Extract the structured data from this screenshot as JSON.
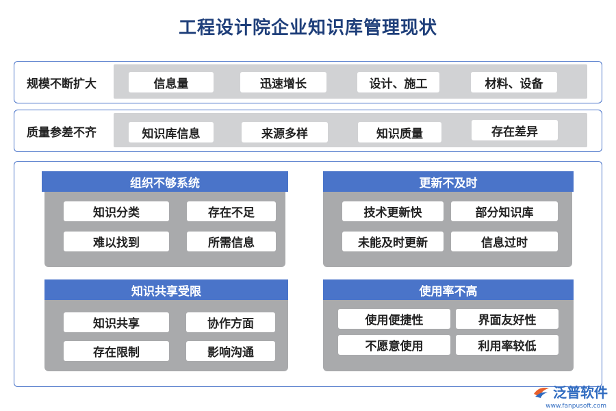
{
  "title": "工程设计院企业知识库管理现状",
  "rows": [
    {
      "label": "规模不断扩大",
      "items": [
        "信息量",
        "迅速增长",
        "设计、施工",
        "材料、设备"
      ]
    },
    {
      "label": "质量参差不齐",
      "items": [
        "知识库信息",
        "来源多样",
        "知识质量",
        "存在差异"
      ]
    }
  ],
  "cards": [
    {
      "title": "组织不够系统",
      "items": [
        "知识分类",
        "存在不足",
        "难以找到",
        "所需信息"
      ]
    },
    {
      "title": "更新不及时",
      "items": [
        "技术更新快",
        "部分知识库",
        "未能及时更新",
        "信息过时"
      ]
    },
    {
      "title": "知识共享受限",
      "items": [
        "知识共享",
        "协作方面",
        "存在限制",
        "影响沟通"
      ]
    },
    {
      "title": "使用率不高",
      "items": [
        "使用便捷性",
        "界面友好性",
        "不愿意使用",
        "利用率较低"
      ]
    }
  ],
  "logo": {
    "name": "泛普软件",
    "url": "www.fanpusoft.com"
  },
  "colors": {
    "accent": "#4a74c9",
    "title": "#1f3f7a",
    "gray": "#a9aaac",
    "row_gray": "#d1d2d4"
  }
}
